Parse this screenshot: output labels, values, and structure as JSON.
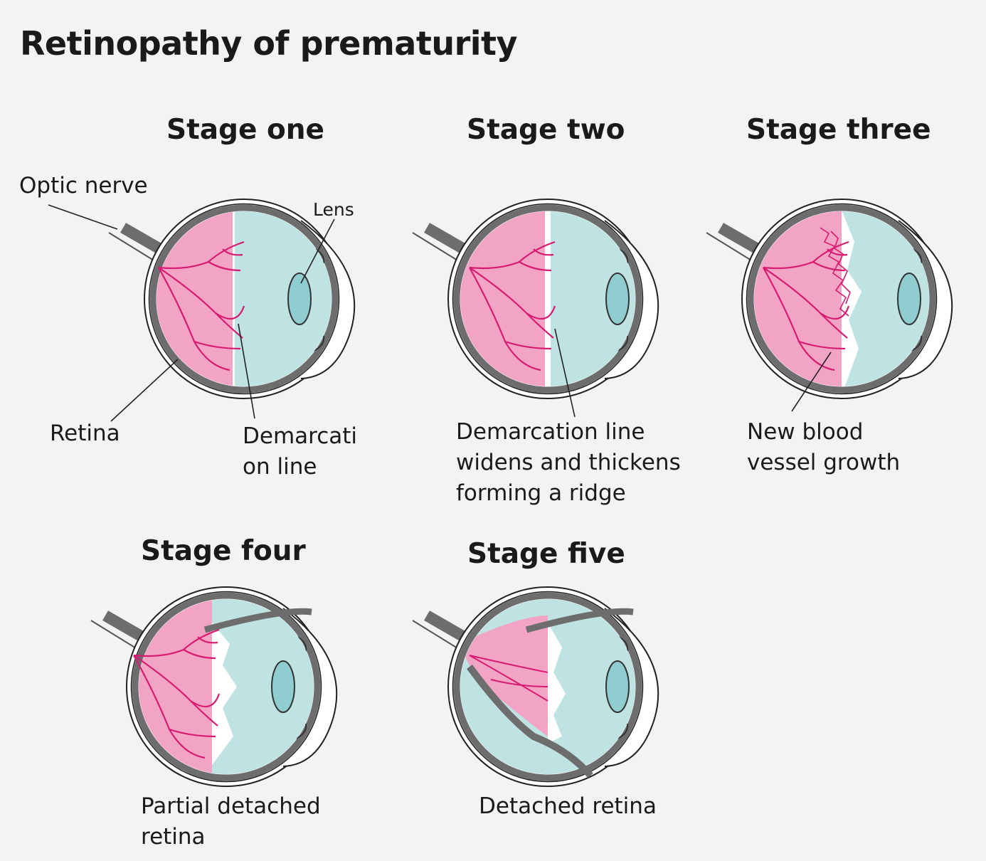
{
  "title": "Retinopathy of prematurity",
  "stages": [
    {
      "title": "Stage one",
      "caption": [
        "Demarcati",
        "on line"
      ]
    },
    {
      "title": "Stage two",
      "caption": [
        "Demarcation line",
        "widens and thickens",
        "forming a ridge"
      ]
    },
    {
      "title": "Stage three",
      "caption": [
        "New blood",
        "vessel growth"
      ]
    },
    {
      "title": "Stage four",
      "caption": [
        "Partial detached",
        "retina"
      ]
    },
    {
      "title": "Stage five",
      "caption": [
        "Detached retina"
      ]
    }
  ],
  "anatomy_labels": {
    "optic_nerve": "Optic nerve",
    "lens": "Lens",
    "retina": "Retina"
  },
  "colors": {
    "retina_pink": "#f2a4c5",
    "vessel_magenta": "#d81b72",
    "vitreous_blue": "#bfe2e3",
    "lens_teal": "#8fcdd0",
    "sclera_gray": "#6d6d6d"
  }
}
